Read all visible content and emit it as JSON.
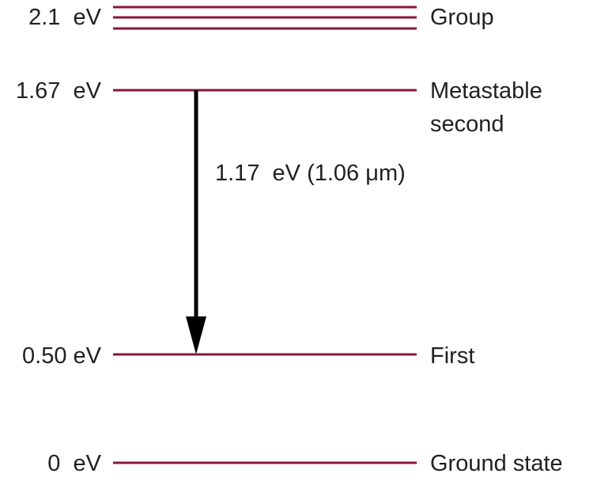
{
  "diagram": {
    "colors": {
      "level_line": "#8b1538",
      "arrow": "#000000",
      "text": "#231f20"
    },
    "levels": [
      {
        "id": "group",
        "energy_label": "2.1  eV",
        "name": "Group",
        "name_line2": "",
        "energy_ev": 2.1,
        "is_band": true
      },
      {
        "id": "metastable",
        "energy_label": "1.67  eV",
        "name": "Metastable",
        "name_line2": "second",
        "energy_ev": 1.67,
        "is_band": false
      },
      {
        "id": "first",
        "energy_label": "0.50 eV",
        "name": "First",
        "name_line2": "",
        "energy_ev": 0.5,
        "is_band": false
      },
      {
        "id": "ground",
        "energy_label": "0  eV",
        "name": "Ground state",
        "name_line2": "",
        "energy_ev": 0,
        "is_band": false
      }
    ],
    "transition": {
      "from": "metastable",
      "to": "first",
      "label": "1.17  eV (1.06 μm)"
    }
  }
}
